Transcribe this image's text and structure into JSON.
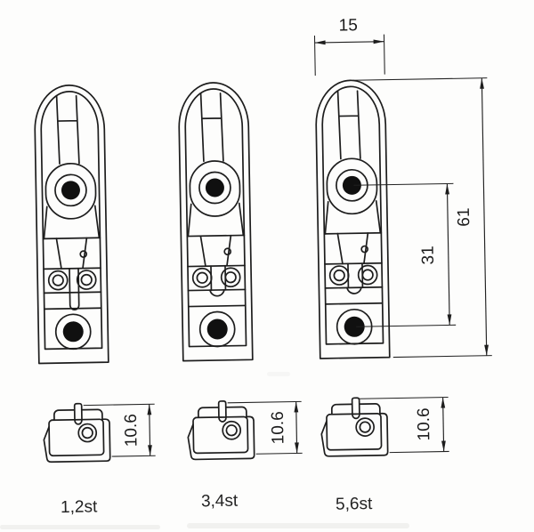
{
  "drawing": {
    "type": "technical-dimension-drawing",
    "units_implied": "mm",
    "dimensions": {
      "top_width": "15",
      "total_height": "61",
      "hole_spacing": "31"
    },
    "brackets": [
      {
        "height_label": "10.6"
      },
      {
        "height_label": "10.6"
      },
      {
        "height_label": "10.6"
      }
    ],
    "variant_labels": [
      "1,2st",
      "3,4st",
      "5,6st"
    ],
    "line_color": "#1d1d1d",
    "paper_color": "#fdfdfc"
  }
}
